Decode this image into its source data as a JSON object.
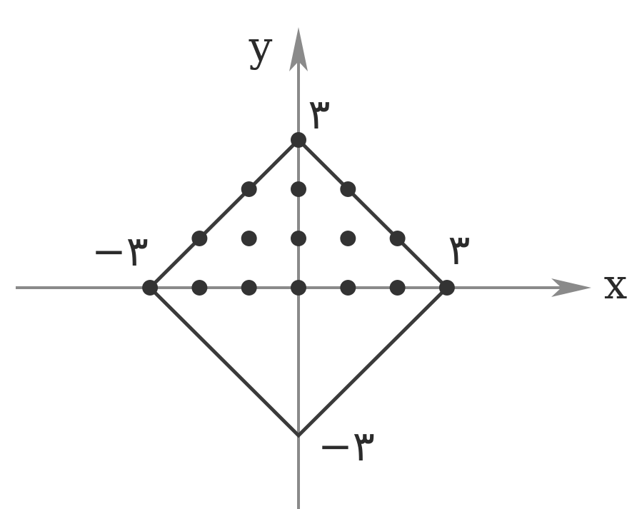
{
  "colors": {
    "axis": "#8a8a8a",
    "shape": "#3a3a3a",
    "point": "#333333",
    "text": "#2b2b2b"
  },
  "labels": {
    "x_axis": "x",
    "y_axis": "y",
    "top_vertex": "۳",
    "right_vertex": "۳",
    "left_vertex": "−۳",
    "bottom_vertex": "−۳"
  },
  "diagram": {
    "region": "|x| + |y| <= 3",
    "vertices": [
      [
        3,
        0
      ],
      [
        0,
        3
      ],
      [
        -3,
        0
      ],
      [
        0,
        -3
      ]
    ],
    "marked_points": [
      [
        0,
        3
      ],
      [
        -1,
        2
      ],
      [
        0,
        2
      ],
      [
        1,
        2
      ],
      [
        -2,
        1
      ],
      [
        -1,
        1
      ],
      [
        0,
        1
      ],
      [
        1,
        1
      ],
      [
        2,
        1
      ],
      [
        -3,
        0
      ],
      [
        -2,
        0
      ],
      [
        -1,
        0
      ],
      [
        0,
        0
      ],
      [
        1,
        0
      ],
      [
        2,
        0
      ],
      [
        3,
        0
      ]
    ]
  }
}
